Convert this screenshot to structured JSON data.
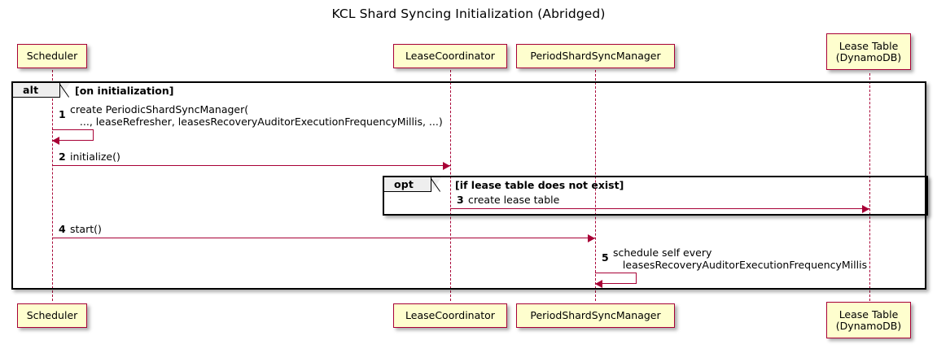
{
  "title": "KCL Shard Syncing Initialization (Abridged)",
  "colors": {
    "participant_fill": "#FEFECE",
    "participant_border": "#A80036",
    "lifeline": "#A80036",
    "arrow": "#A80036",
    "fragment_border": "#000000",
    "fragment_tab_fill": "#EEEEEE",
    "text": "#000000"
  },
  "participants": [
    {
      "id": "scheduler",
      "label": "Scheduler"
    },
    {
      "id": "lease-coordinator",
      "label": "LeaseCoordinator"
    },
    {
      "id": "period-shard-sync-manager",
      "label": "PeriodShardSyncManager"
    },
    {
      "id": "lease-table",
      "label": "Lease Table\n(DynamoDB)"
    }
  ],
  "fragments": [
    {
      "id": "alt",
      "tab": "alt",
      "condition": "[on initialization]"
    },
    {
      "id": "opt",
      "tab": "opt",
      "condition": "[if lease table does not exist]"
    }
  ],
  "messages": [
    {
      "num": "1",
      "text": "create PeriodicShardSyncManager(\n   ..., leaseRefresher, leasesRecoveryAuditorExecutionFrequencyMillis, ...)",
      "from": "scheduler",
      "to": "scheduler",
      "kind": "self"
    },
    {
      "num": "2",
      "text": "initialize()",
      "from": "scheduler",
      "to": "lease-coordinator",
      "kind": "sync"
    },
    {
      "num": "3",
      "text": "create lease table",
      "from": "lease-coordinator",
      "to": "lease-table",
      "kind": "sync"
    },
    {
      "num": "4",
      "text": "start()",
      "from": "scheduler",
      "to": "period-shard-sync-manager",
      "kind": "sync"
    },
    {
      "num": "5",
      "text": "schedule self every\n   leasesRecoveryAuditorExecutionFrequencyMillis",
      "from": "period-shard-sync-manager",
      "to": "period-shard-sync-manager",
      "kind": "self"
    }
  ]
}
